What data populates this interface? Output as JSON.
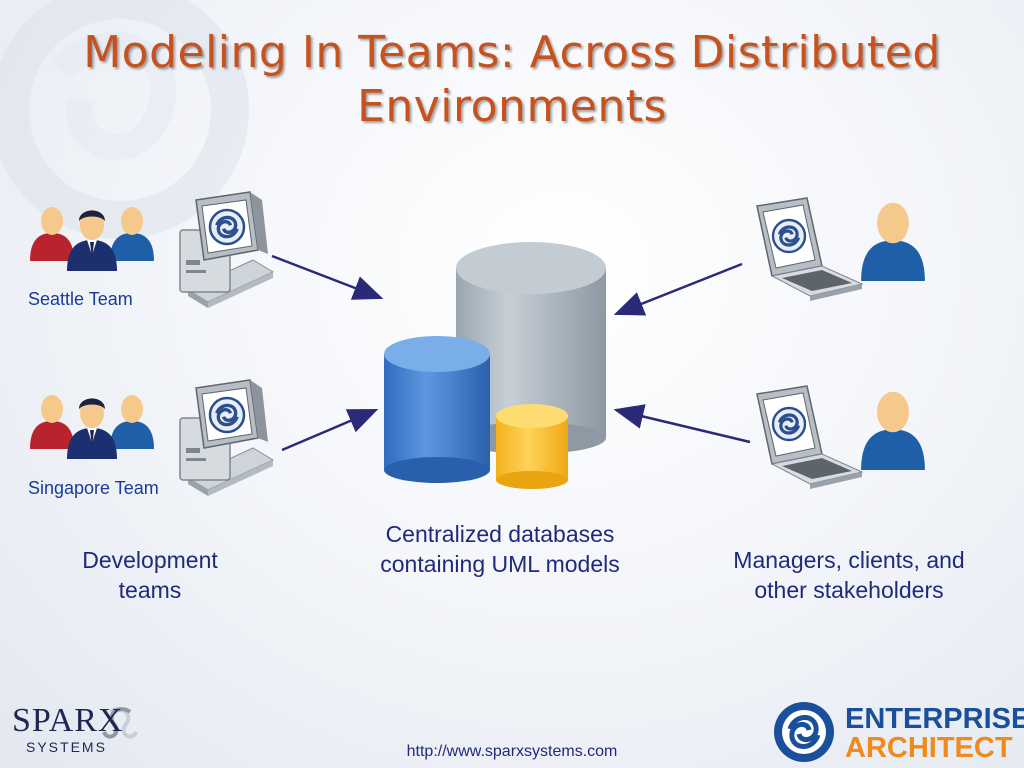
{
  "title": "Modeling In Teams: Across Distributed Environments",
  "teams": [
    {
      "label": "Seattle Team"
    },
    {
      "label": "Singapore Team"
    }
  ],
  "groups": {
    "development": "Development teams",
    "databases": "Centralized databases containing UML models",
    "stakeholders": "Managers, clients, and other stakeholders"
  },
  "footer": {
    "url": "http://www.sparxsystems.com"
  },
  "logos": {
    "sparx_main": "SPARX",
    "sparx_sub": "SYSTEMS",
    "ea_line1": "ENTERPRISE",
    "ea_line2": "ARCHITECT"
  },
  "colors": {
    "title": "#c8521e",
    "label": "#1f2a7a",
    "arrow": "#2a2a78",
    "db_gray": "#a9b4bd",
    "db_blue": "#3b7bd0",
    "db_yellow": "#f9c02c",
    "ea_blue": "#1a4f9c",
    "ea_orange": "#f08a1c"
  }
}
